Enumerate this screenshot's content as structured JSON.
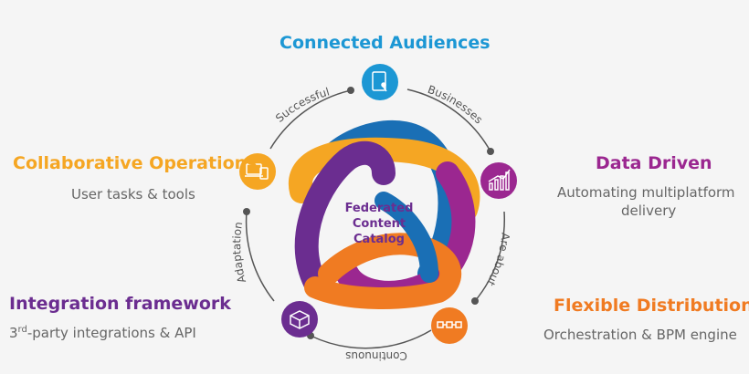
{
  "center": {
    "line1": "Federated",
    "line2": "Content",
    "line3": "Catalog"
  },
  "nodes": {
    "top": {
      "title": "Connected Audiences",
      "color": "#1c97d4"
    },
    "right_top": {
      "title": "Data Driven",
      "subtitle_1": "Automating multiplatform",
      "subtitle_2": "delivery",
      "color": "#9b2790"
    },
    "right_bottom": {
      "title": "Flexible Distribution",
      "subtitle": "Orchestration & BPM engine",
      "color": "#f07b22"
    },
    "left_top": {
      "title": "Collaborative Operations",
      "subtitle": "User tasks & tools",
      "color": "#f5a623"
    },
    "left_bottom": {
      "title": "Integration framework",
      "subtitle_pre": "3",
      "subtitle_sup": "rd",
      "subtitle_post": "-party integrations & API",
      "color": "#6b2d90"
    }
  },
  "arc_labels": {
    "successful": "Successful",
    "businesses": "Businesses",
    "are_about": "Are about",
    "continuous": "Continuous",
    "adaptation": "Adaptation"
  },
  "icons": {
    "top": "tablet-touch-icon",
    "right_top": "bar-chart-icon",
    "right_bottom": "workflow-icon",
    "left_bottom": "puzzle-icon",
    "left_top": "devices-icon"
  },
  "colors": {
    "ring": "#555555",
    "blue": "#1c97d4",
    "purple": "#6b2d90",
    "magenta": "#9b2790",
    "orange": "#f07b22",
    "amber": "#f5a623",
    "center_text": "#6b2d90"
  }
}
